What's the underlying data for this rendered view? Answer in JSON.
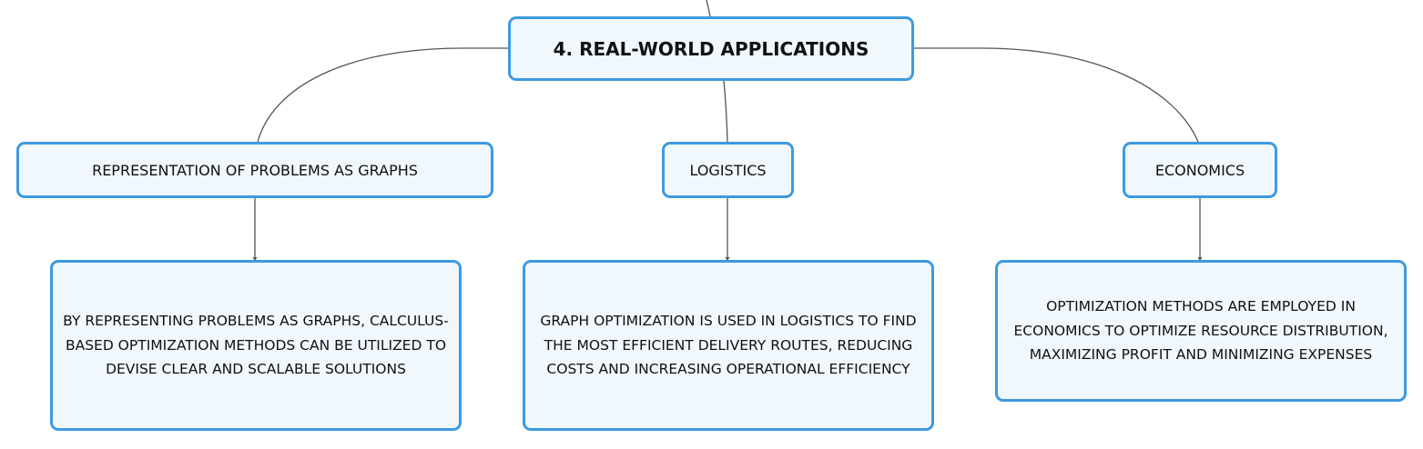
{
  "colors": {
    "node_border": "#3d9ae0",
    "node_fill": "#f0f7fd",
    "connector": "#555555"
  },
  "root": {
    "label": "4. REAL-WORLD APPLICATIONS"
  },
  "branches": [
    {
      "topic": "REPRESENTATION OF PROBLEMS AS GRAPHS",
      "detail": "BY REPRESENTING PROBLEMS AS GRAPHS, CALCULUS-BASED OPTIMIZATION METHODS CAN BE UTILIZED TO DEVISE CLEAR AND SCALABLE SOLUTIONS"
    },
    {
      "topic": "LOGISTICS",
      "detail": "GRAPH OPTIMIZATION IS USED IN LOGISTICS TO FIND THE MOST EFFICIENT DELIVERY ROUTES, REDUCING COSTS AND INCREASING OPERATIONAL EFFICIENCY"
    },
    {
      "topic": "ECONOMICS",
      "detail": "OPTIMIZATION METHODS ARE EMPLOYED IN ECONOMICS TO OPTIMIZE RESOURCE DISTRIBUTION, MAXIMIZING PROFIT AND MINIMIZING EXPENSES"
    }
  ]
}
